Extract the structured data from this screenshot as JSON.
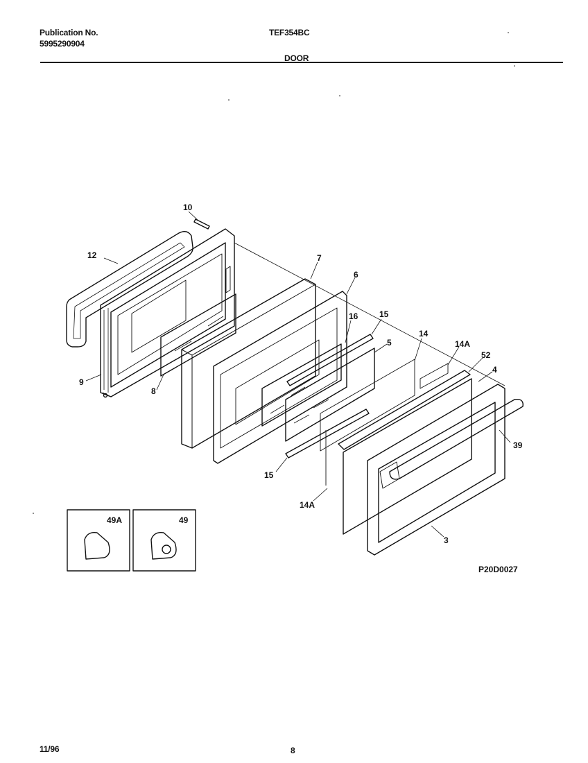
{
  "header": {
    "publication_label": "Publication No.",
    "publication_number": "5995290904",
    "model": "TEF354BC",
    "section": "DOOR"
  },
  "callouts": {
    "c10": "10",
    "c12": "12",
    "c7": "7",
    "c6a": "6",
    "c9": "9",
    "c8": "8",
    "c16": "16",
    "c15a": "15",
    "c5": "5",
    "c14": "14",
    "c14a_top": "14A",
    "c52": "52",
    "c4": "4",
    "c39": "39",
    "c15b": "15",
    "c14a_bottom": "14A",
    "c3": "3"
  },
  "insets": {
    "left_label": "49A",
    "right_label": "49"
  },
  "diagram_code": "P20D0027",
  "footer": {
    "date": "11/96",
    "page": "8"
  }
}
